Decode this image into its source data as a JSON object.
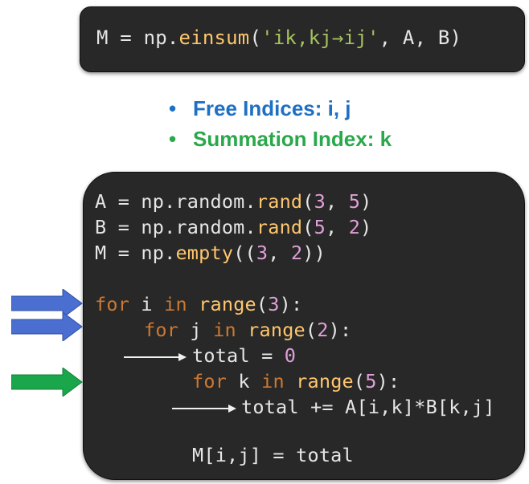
{
  "top_code": {
    "prefix": "M = np.",
    "fn": "einsum",
    "open": "(",
    "str": "'ik,kj→ij'",
    "rest": ", A, B)"
  },
  "bullets": [
    {
      "text": "Free Indices: i, j",
      "color": "#1f6fc2"
    },
    {
      "text": "Summation Index: k",
      "color": "#2aa84a"
    }
  ],
  "code_lines": [
    {
      "a": "A = np.random.",
      "fn": "rand",
      "b": "(",
      "n1": "3",
      "c": ", ",
      "n2": "5",
      "d": ")"
    },
    {
      "a": "B = np.random.",
      "fn": "rand",
      "b": "(",
      "n1": "5",
      "c": ", ",
      "n2": "2",
      "d": ")"
    },
    {
      "a": "M = np.",
      "fn": "empty",
      "b": "((",
      "n1": "3",
      "c": ", ",
      "n2": "2",
      "d": "))"
    }
  ],
  "loop_i": {
    "kw1": "for",
    "var": " i ",
    "kw2": "in",
    "sp": " ",
    "fn": "range",
    "open": "(",
    "num": "3",
    "close": "):"
  },
  "loop_j": {
    "kw1": "for",
    "var": " j ",
    "kw2": "in",
    "sp": " ",
    "fn": "range",
    "open": "(",
    "num": "2",
    "close": "):"
  },
  "init": {
    "text": "total = ",
    "num": "0"
  },
  "loop_k": {
    "kw1": "for",
    "var": " k ",
    "kw2": "in",
    "sp": " ",
    "fn": "range",
    "open": "(",
    "num": "5",
    "close": "):"
  },
  "accum": {
    "text": "total += A[i,k]*B[k,j]"
  },
  "assign": {
    "text": "M[i,j] = total"
  },
  "colors": {
    "arrow_blue": "#4a6fd0",
    "arrow_green": "#1aa64a",
    "box_bg": "#282828"
  }
}
